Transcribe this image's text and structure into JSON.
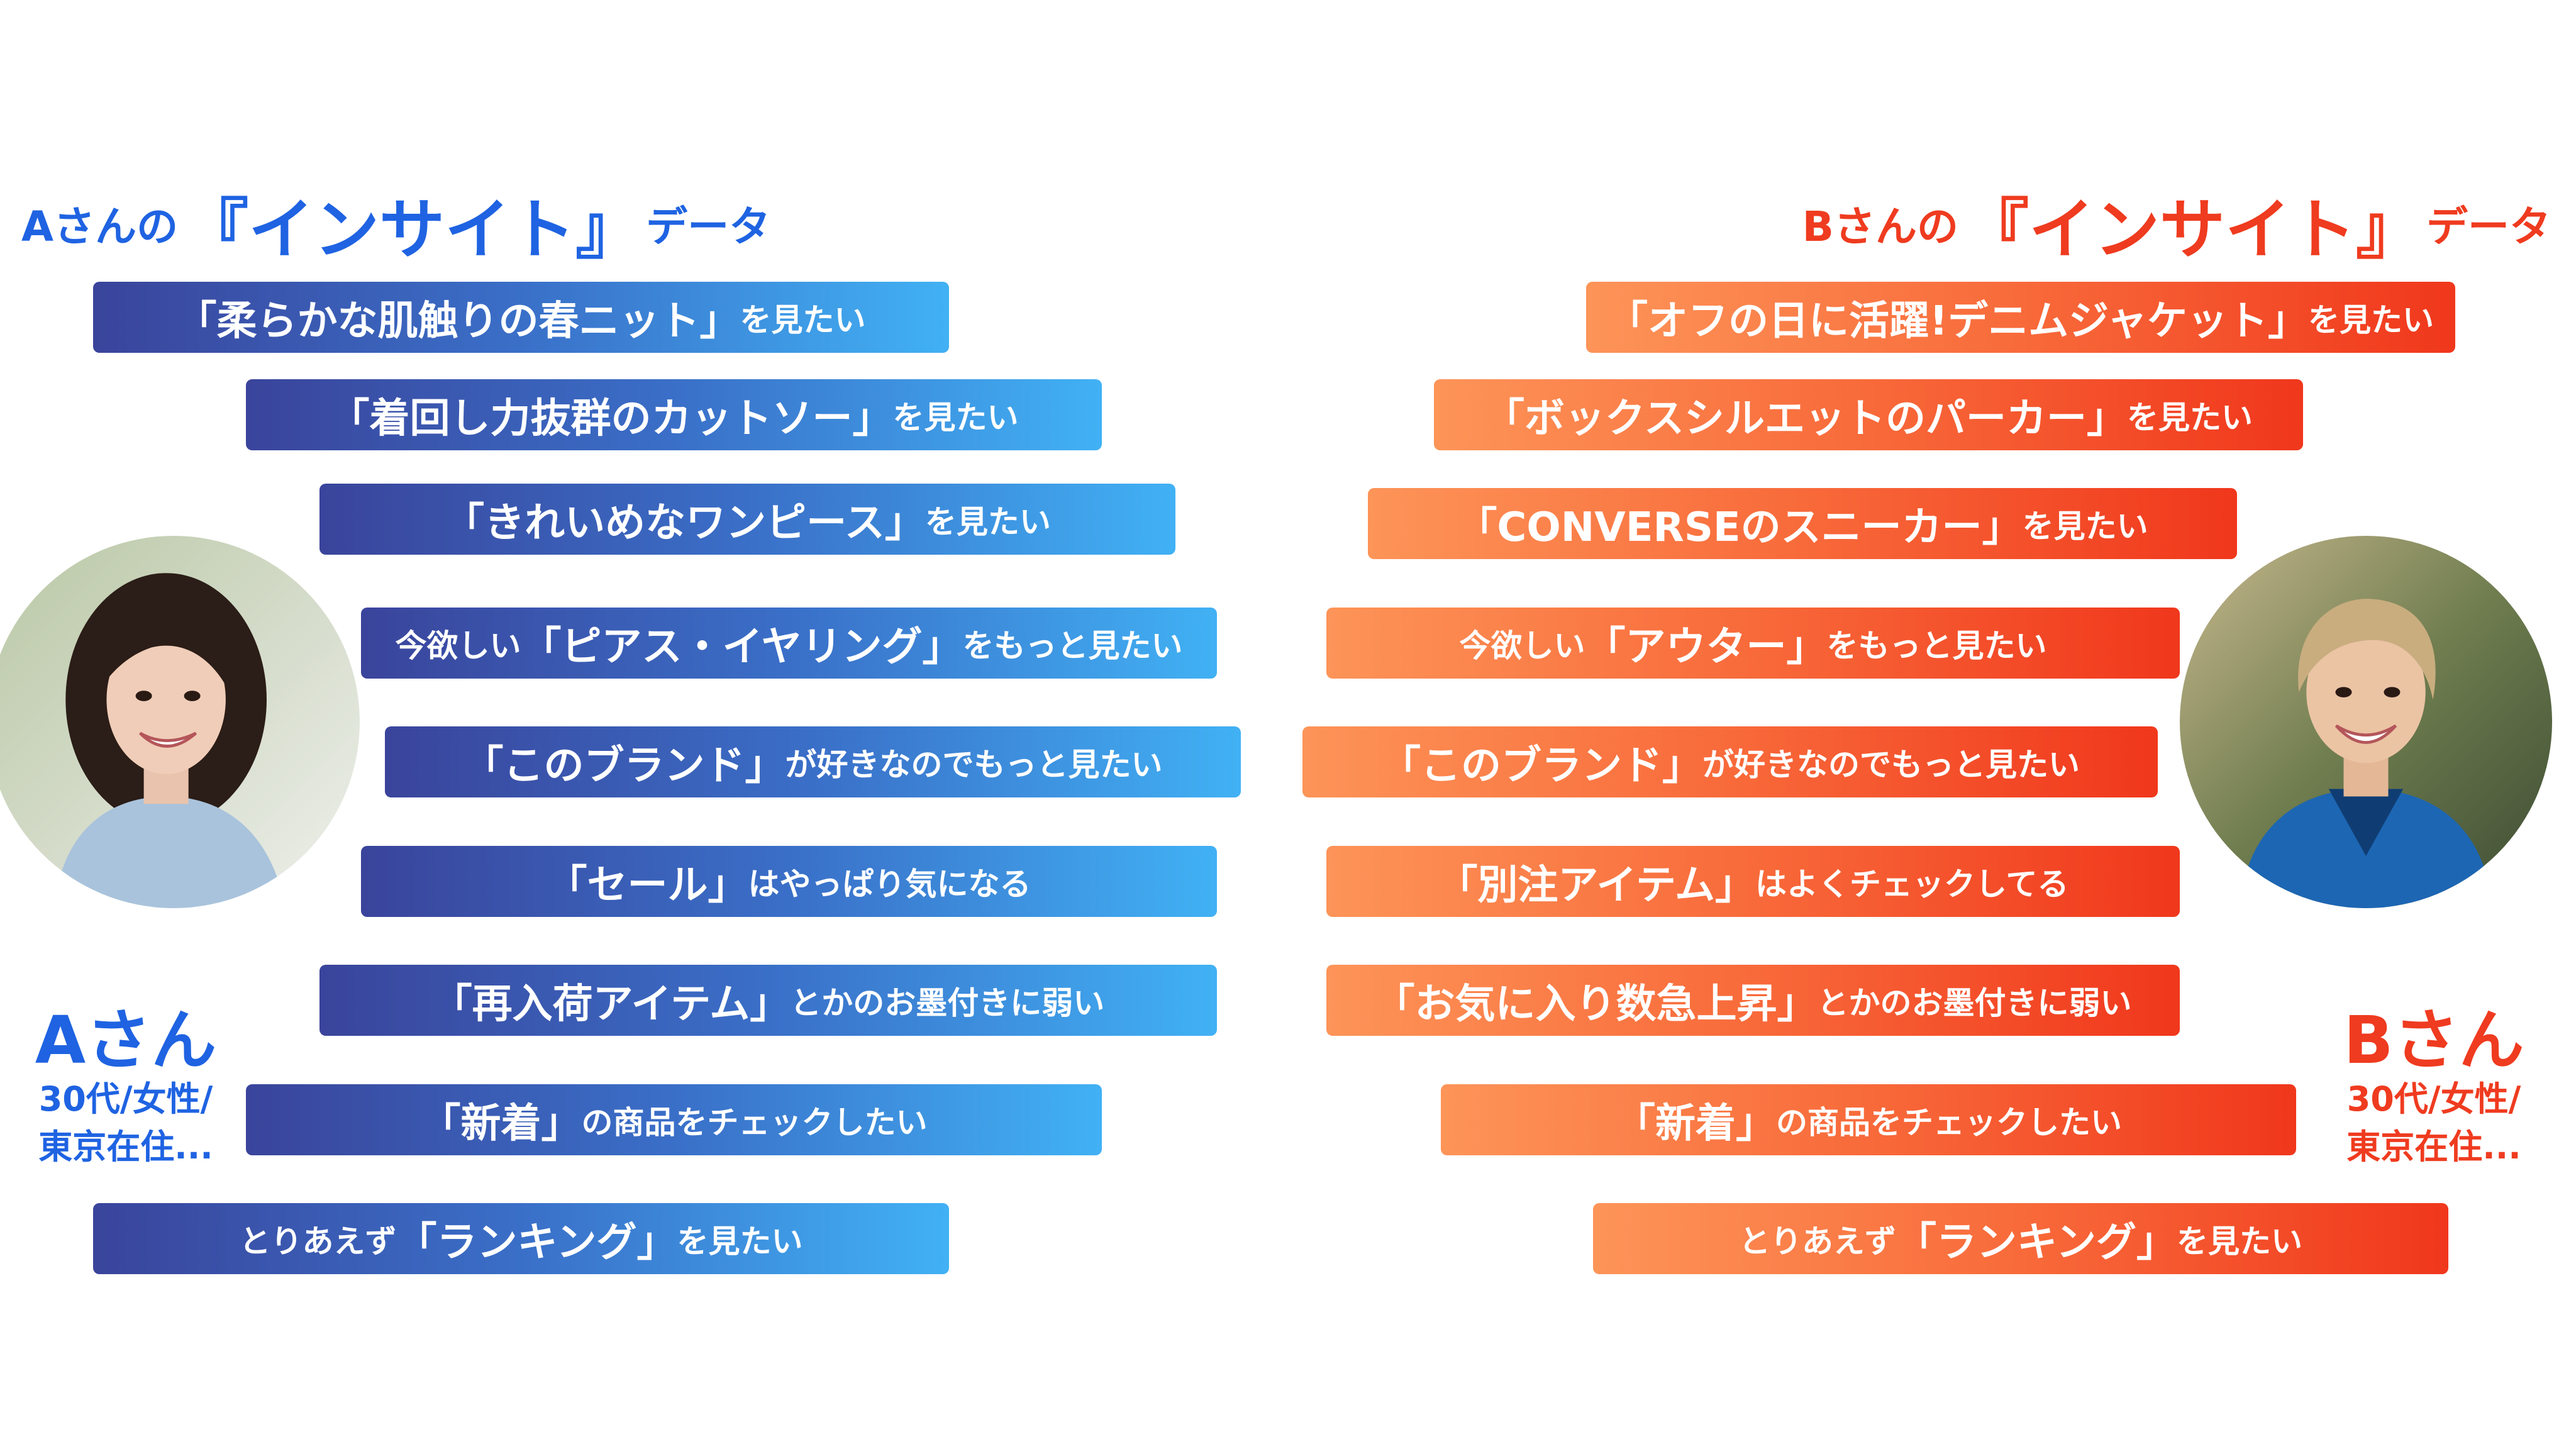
{
  "person_a": {
    "heading": {
      "prefix": "Aさんの",
      "keyword": "『インサイト』",
      "suffix": "データ"
    },
    "name": "Aさん",
    "detail_1": "30代/女性/",
    "detail_2": "東京在住...",
    "photo_icon": "woman-portrait-photo",
    "colors": {
      "accent": "#1f63e2",
      "bar_start": "#3a449b",
      "bar_end": "#41b1f4"
    },
    "items": [
      {
        "pre": "",
        "key": "「柔らかな肌触りの春ニット」",
        "post": "を見たい"
      },
      {
        "pre": "",
        "key": "「着回し力抜群のカットソー」",
        "post": "を見たい"
      },
      {
        "pre": "",
        "key": "「きれいめなワンピース」",
        "post": "を見たい"
      },
      {
        "pre": "今欲しい",
        "key": "「ピアス・イヤリング」",
        "post": "をもっと見たい"
      },
      {
        "pre": "",
        "key": "「このブランド」",
        "post": "が好きなのでもっと見たい"
      },
      {
        "pre": "",
        "key": "「セール」",
        "post": "はやっぱり気になる"
      },
      {
        "pre": "",
        "key": "「再入荷アイテム」",
        "post": "とかのお墨付きに弱い"
      },
      {
        "pre": "",
        "key": "「新着」",
        "post": "の商品をチェックしたい"
      },
      {
        "pre": "とりあえず",
        "key": "「ランキング」",
        "post": "を見たい"
      }
    ]
  },
  "person_b": {
    "heading": {
      "prefix": "Bさんの",
      "keyword": "『インサイト』",
      "suffix": "データ"
    },
    "name": "Bさん",
    "detail_1": "30代/女性/",
    "detail_2": "東京在住...",
    "photo_icon": "short-hair-woman-portrait-photo",
    "colors": {
      "accent": "#ef3b1f",
      "bar_start": "#fd9458",
      "bar_end": "#f0371c"
    },
    "items": [
      {
        "pre": "",
        "key": "「オフの日に活躍!デニムジャケット」",
        "post": "を見たい"
      },
      {
        "pre": "",
        "key": "「ボックスシルエットのパーカー」",
        "post": "を見たい"
      },
      {
        "pre": "",
        "key": "「CONVERSEのスニーカー」",
        "post": "を見たい"
      },
      {
        "pre": "今欲しい",
        "key": "「アウター」",
        "post": "をもっと見たい"
      },
      {
        "pre": "",
        "key": "「このブランド」",
        "post": "が好きなのでもっと見たい"
      },
      {
        "pre": "",
        "key": "「別注アイテム」",
        "post": "はよくチェックしてる"
      },
      {
        "pre": "",
        "key": "「お気に入り数急上昇」",
        "post": "とかのお墨付きに弱い"
      },
      {
        "pre": "",
        "key": "「新着」",
        "post": "の商品をチェックしたい"
      },
      {
        "pre": "とりあえず",
        "key": "「ランキング」",
        "post": "を見たい"
      }
    ]
  }
}
